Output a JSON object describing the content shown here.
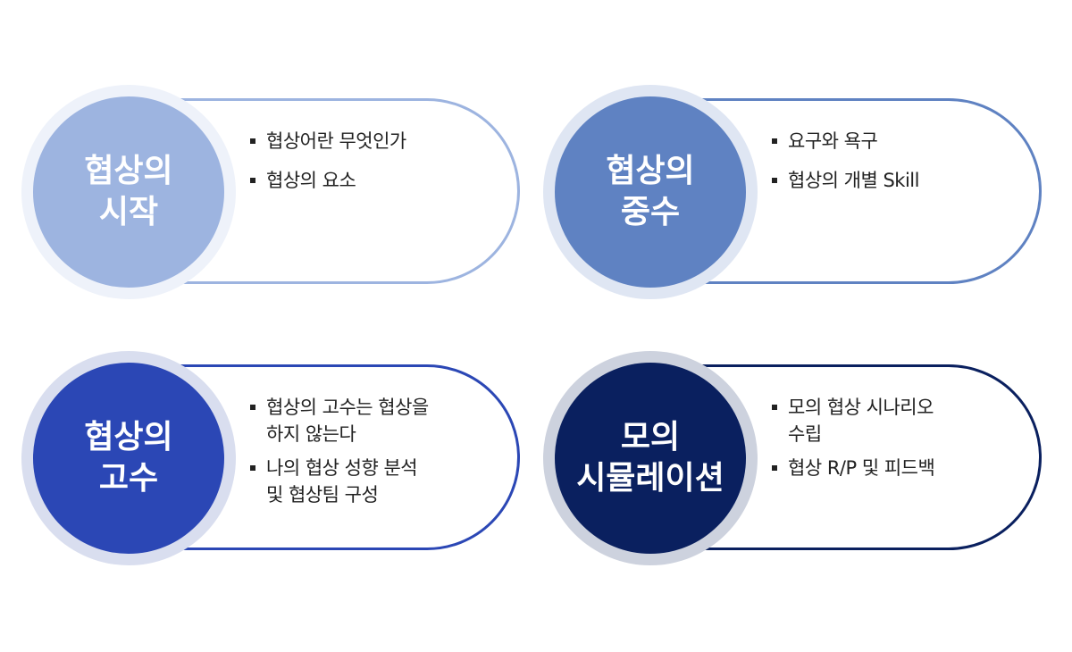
{
  "cards": [
    {
      "title_lines": [
        "협상의",
        "시작"
      ],
      "items": [
        {
          "lines": [
            "협상어란 무엇인가"
          ]
        },
        {
          "lines": [
            "협상의 요소"
          ]
        }
      ],
      "accent": "#9db4e0",
      "halo": "#eef2fa"
    },
    {
      "title_lines": [
        "협상의",
        "중수"
      ],
      "items": [
        {
          "lines": [
            "요구와 욕구"
          ]
        },
        {
          "lines": [
            "협상의 개별 Skill"
          ]
        }
      ],
      "accent": "#5f82c2",
      "halo": "#dfe6f3"
    },
    {
      "title_lines": [
        "협상의",
        "고수"
      ],
      "items": [
        {
          "lines": [
            "협상의 고수는 협상을",
            "하지 않는다"
          ]
        },
        {
          "lines": [
            "나의  협상 성향 분석",
            "및 협상팀 구성"
          ]
        }
      ],
      "accent": "#2b47b5",
      "halo": "#d9deef"
    },
    {
      "title_lines": [
        "모의",
        "시뮬레이션"
      ],
      "items": [
        {
          "lines": [
            "모의 협상 시나리오",
            "수립"
          ]
        },
        {
          "lines": [
            "협상 R/P 및 피드백"
          ]
        }
      ],
      "accent": "#0a205f",
      "halo": "#cdd2de"
    }
  ]
}
